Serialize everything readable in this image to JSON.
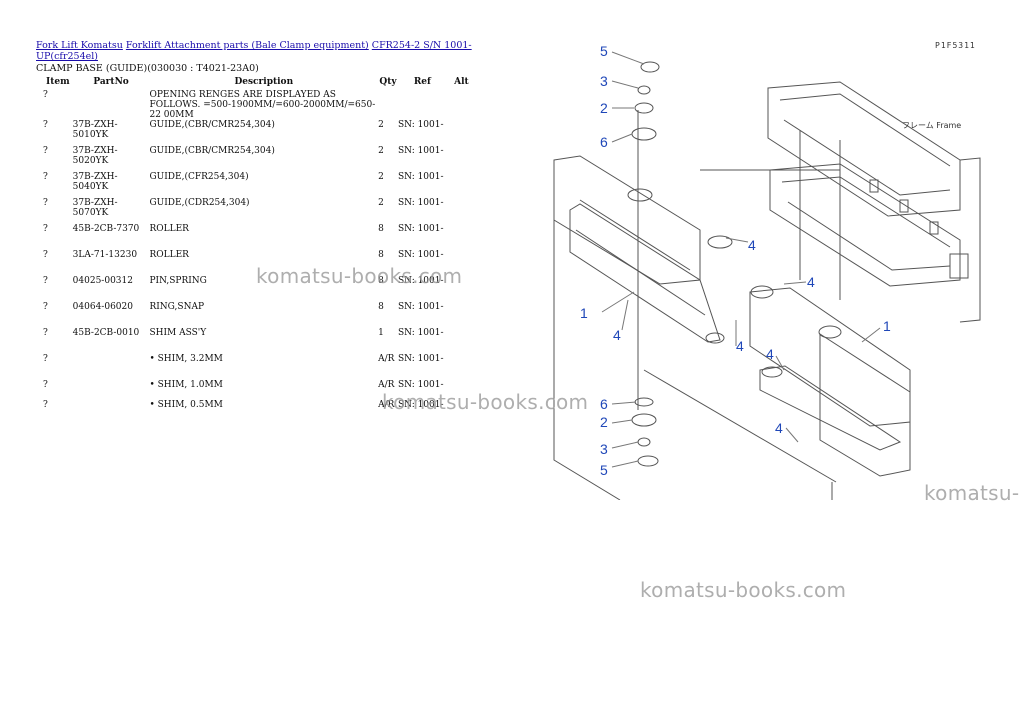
{
  "breadcrumb": {
    "links": [
      "Fork Lift Komatsu",
      "Forklift Attachment parts (Bale Clamp equipment)",
      "CFR254-2 S/N 1001-UP(cfr254el)"
    ]
  },
  "subtitle": "CLAMP BASE (GUIDE)(030030 : T4021-23A0)",
  "table": {
    "headers": [
      "Item",
      "PartNo",
      "Description",
      "Qty",
      "Ref",
      "Alt"
    ],
    "rows": [
      {
        "item": "?",
        "part": "",
        "desc": "OPENING RENGES ARE DISPLAYED AS FOLLOWS. =500-1900MM/=600-2000MM/=650-22 00MM",
        "qty": "",
        "ref": ""
      },
      {
        "item": "?",
        "part": "37B-ZXH-5010YK",
        "desc": "GUIDE,(CBR/CMR254,304)",
        "qty": "2",
        "ref": "SN: 1001-"
      },
      {
        "item": "?",
        "part": "37B-ZXH-5020YK",
        "desc": "GUIDE,(CBR/CMR254,304)",
        "qty": "2",
        "ref": "SN: 1001-"
      },
      {
        "item": "?",
        "part": "37B-ZXH-5040YK",
        "desc": "GUIDE,(CFR254,304)",
        "qty": "2",
        "ref": "SN: 1001-"
      },
      {
        "item": "?",
        "part": "37B-ZXH-5070YK",
        "desc": "GUIDE,(CDR254,304)",
        "qty": "2",
        "ref": "SN: 1001-"
      },
      {
        "item": "?",
        "part": "45B-2CB-7370",
        "desc": "ROLLER",
        "qty": "8",
        "ref": "SN: 1001-"
      },
      {
        "item": "?",
        "part": "3LA-71-13230",
        "desc": "ROLLER",
        "qty": "8",
        "ref": "SN: 1001-"
      },
      {
        "item": "?",
        "part": "04025-00312",
        "desc": "PIN,SPRING",
        "qty": "8",
        "ref": "SN: 1001-"
      },
      {
        "item": "?",
        "part": "04064-06020",
        "desc": "RING,SNAP",
        "qty": "8",
        "ref": "SN: 1001-"
      },
      {
        "item": "?",
        "part": "45B-2CB-0010",
        "desc": "SHIM ASS'Y",
        "qty": "1",
        "ref": "SN: 1001-"
      },
      {
        "item": "?",
        "part": "",
        "desc": "• SHIM, 3.2MM",
        "qty": "A/R",
        "ref": "SN: 1001-"
      },
      {
        "item": "?",
        "part": "",
        "desc": "• SHIM, 1.0MM",
        "qty": "A/R",
        "ref": "SN: 1001-"
      },
      {
        "item": "?",
        "part": "",
        "desc": "• SHIM, 0.5MM",
        "qty": "A/R",
        "ref": "SN: 1001-"
      }
    ]
  },
  "watermark": "komatsu-books.com",
  "watermark_edge": "komatsu-",
  "diagram": {
    "figure_code": "P1F5311",
    "frame_label": "フレーム Frame",
    "callouts": [
      "5",
      "3",
      "2",
      "6",
      "4",
      "4",
      "1",
      "4",
      "1",
      "4",
      "4",
      "4",
      "6",
      "2",
      "3",
      "5"
    ],
    "callout_color": "#1f47b8"
  }
}
